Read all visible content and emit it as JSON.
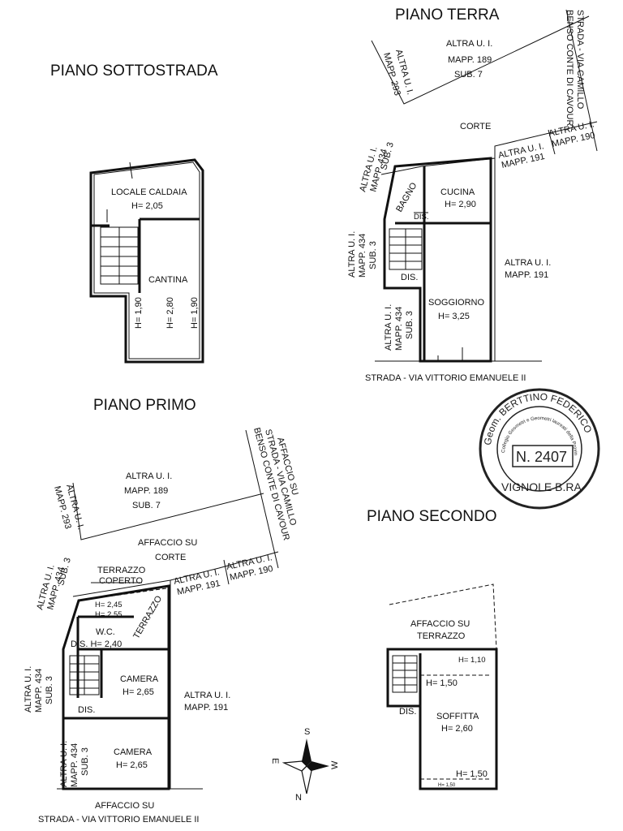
{
  "sottostrada": {
    "title": "PIANO SOTTOSTRADA",
    "locale_caldaia": "LOCALE CALDAIA",
    "h_caldaia": "H= 2,05",
    "cantina": "CANTINA",
    "h_190_left": "H= 1,90",
    "h_280": "H= 2,80",
    "h_190_right": "H= 1,90"
  },
  "terra": {
    "title": "PIANO TERRA",
    "street_top_1": "STRADA - VIA CAMILLO",
    "street_top_2": "BENSO CONTE DI CAVOUR",
    "altra_189_1": "ALTRA U. I.",
    "altra_189_2": "MAPP. 189",
    "altra_189_3": "SUB. 7",
    "altra_293_1": "ALTRA U. I.",
    "altra_293_2": "MAPP. 293",
    "corte": "CORTE",
    "altra_191_1": "ALTRA U. I.",
    "altra_191_2": "MAPP. 191",
    "altra_190_1": "ALTRA U. I.",
    "altra_190_2": "MAPP. 190",
    "altra_434a_1": "ALTRA U. I.",
    "altra_434a_2": "MAPP. 434",
    "altra_434a_3": "SUB. 3",
    "bagno": "BAGNO",
    "cucina": "CUCINA",
    "h_cucina": "H= 2,90",
    "dis_top": "DIS.",
    "altra_434b_1": "ALTRA U. I.",
    "altra_434b_2": "MAPP. 434",
    "altra_434b_3": "SUB. 3",
    "dis": "DIS.",
    "altra_191b_1": "ALTRA U. I.",
    "altra_191b_2": "MAPP. 191",
    "altra_434c_1": "ALTRA U. I.",
    "altra_434c_2": "MAPP. 434",
    "altra_434c_3": "SUB. 3",
    "soggiorno": "SOGGIORNO",
    "h_soggiorno": "H= 3,25",
    "street_bottom": "STRADA - VIA VITTORIO EMANUELE II"
  },
  "stamp": {
    "name": "Geom. BERTTINO FEDERICO",
    "college": "Collegio Geometri e Geometri laureati della Provincia di Alessandria",
    "number": "N. 2407",
    "city": "VIGNOLE B.RA"
  },
  "primo": {
    "title": "PIANO PRIMO",
    "affaccio_top_1": "AFFACCIO SU",
    "affaccio_top_2": "STRADA - VIA CAMILLO",
    "affaccio_top_3": "BENSO CONTE DI CAVOUR",
    "altra_189_1": "ALTRA U. I.",
    "altra_189_2": "MAPP. 189",
    "altra_189_3": "SUB. 7",
    "altra_293_1": "ALTRA U. I.",
    "altra_293_2": "MAPP. 293",
    "affaccio_corte_1": "AFFACCIO SU",
    "affaccio_corte_2": "CORTE",
    "altra_434a_1": "ALTRA U. I.",
    "altra_434a_2": "MAPP. 434",
    "altra_434a_3": "SUB. 3",
    "terrazzo_coperto_1": "TERRAZZO",
    "terrazzo_coperto_2": "COPERTO",
    "h_245": "H= 2,45",
    "h_255": "H= 2,55",
    "wc": "W.C.",
    "terrazzo": "TERRAZZO",
    "altra_191_1": "ALTRA U. I.",
    "altra_191_2": "MAPP. 191",
    "altra_190_1": "ALTRA U. I.",
    "altra_190_2": "MAPP. 190",
    "dis_wc": "DIS. H= 2,40",
    "altra_434b_1": "ALTRA U. I.",
    "altra_434b_2": "MAPP. 434",
    "altra_434b_3": "SUB. 3",
    "camera1": "CAMERA",
    "h_camera1": "H= 2,65",
    "altra_191b_1": "ALTRA U. I.",
    "altra_191b_2": "MAPP. 191",
    "dis": "DIS.",
    "altra_434c_1": "ALTRA U. I.",
    "altra_434c_2": "MAPP. 434",
    "altra_434c_3": "SUB. 3",
    "camera2": "CAMERA",
    "h_camera2": "H= 2,65",
    "affaccio_bottom_1": "AFFACCIO SU",
    "affaccio_bottom_2": "STRADA - VIA VITTORIO EMANUELE II"
  },
  "compass": {
    "s": "S",
    "e": "E",
    "w": "W",
    "n": "N"
  },
  "secondo": {
    "title": "PIANO SECONDO",
    "affaccio_1": "AFFACCIO SU",
    "affaccio_2": "TERRAZZO",
    "h_110": "H= 1,10",
    "h_150_top": "H= 1,50",
    "dis": "DIS.",
    "soffitta": "SOFFITTA",
    "h_soffitta": "H= 2,60",
    "h_150_bottom": "H= 1,50",
    "h_150_small": "H= 1,50"
  }
}
